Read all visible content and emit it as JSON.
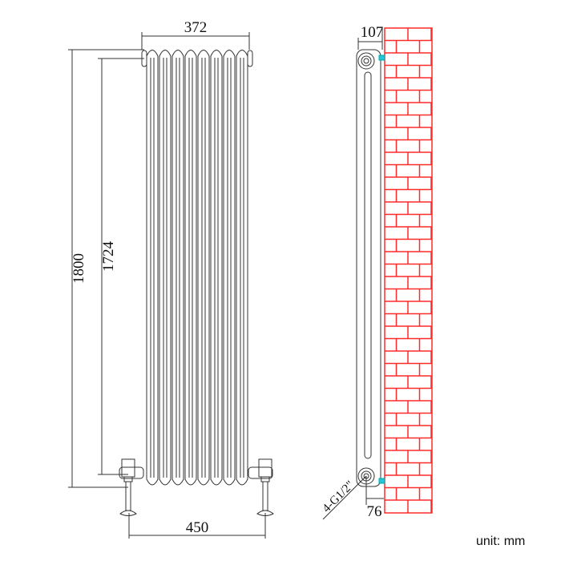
{
  "front_view": {
    "width_dim": "372",
    "height_dim": "1800",
    "inner_height_dim": "1724",
    "valve_spacing_dim": "450",
    "column_count": 8
  },
  "side_view": {
    "depth_dim": "107",
    "wall_gap_dim": "76",
    "connection_label": "4-G1/2\""
  },
  "unit_label": "unit: mm",
  "colors": {
    "line": "#333333",
    "wall": "#ff2a2a",
    "bracket": "#1fc8d8"
  }
}
